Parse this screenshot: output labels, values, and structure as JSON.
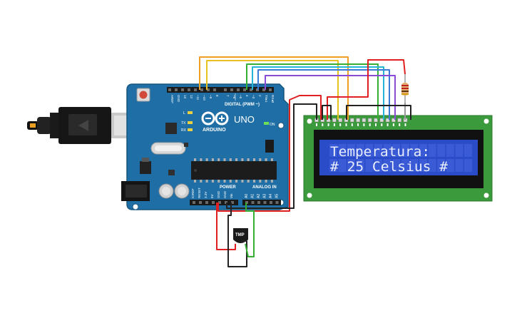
{
  "board": {
    "header_digital": "DIGITAL (PWM ~)",
    "logo": "ARDUINO",
    "model": "UNO",
    "on_label": "ON",
    "led_l": "L",
    "led_tx": "TX",
    "led_rx": "RX",
    "power_label": "POWER",
    "analog_label": "ANALOG IN",
    "digital_pins": [
      "AREF",
      "GND",
      "13",
      "12",
      "~11",
      "~10",
      "~9",
      "8",
      "7",
      "~6",
      "~5",
      "4",
      "~3",
      "2",
      "TX▸1",
      "RX◂0"
    ],
    "power_pins": [
      "IOREF",
      "RESET",
      "3.3V",
      "5V",
      "GND",
      "GND",
      "Vin"
    ],
    "analog_pins": [
      "A0",
      "A1",
      "A2",
      "A3",
      "A4",
      "A5"
    ]
  },
  "sensor": {
    "label": "TMP"
  },
  "lcd": {
    "line1": "Temperatura:",
    "line2": "# 25 Celsius #"
  },
  "colors": {
    "board": "#1f6fa6",
    "lcd_screen": "#2b4cc9",
    "lcd_pcb": "#3b9a3b",
    "wire_orange": "#f0a020",
    "wire_yellow": "#e8c020",
    "wire_green": "#35b035",
    "wire_cyan": "#25b5d5",
    "wire_blue": "#3a7ad8",
    "wire_purple": "#8a4ad8",
    "wire_red": "#e02020",
    "wire_black": "#222222"
  }
}
